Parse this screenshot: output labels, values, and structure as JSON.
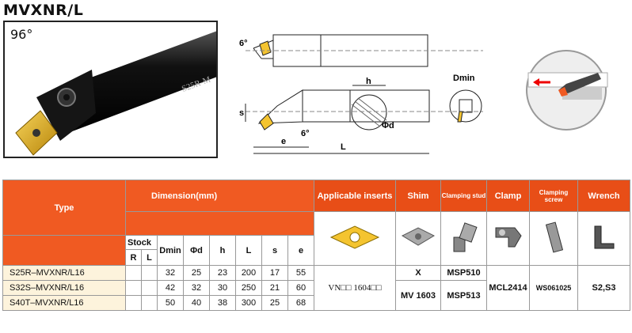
{
  "title": "MVXNR/L",
  "photo": {
    "angle": "96°",
    "body_text": "S25R-M"
  },
  "drawing": {
    "angle_top": "6°",
    "h": "h",
    "dmin": "Dmin",
    "s": "s",
    "phi_d": "Φd",
    "angle_bottom": "6°",
    "e": "e",
    "L": "L"
  },
  "table": {
    "type_label": "Type",
    "dimension_label": "Dimension(mm)",
    "stock_label": "Stock",
    "stock_cols": [
      "R",
      "L"
    ],
    "dim_cols": [
      "Dmin",
      "Φd",
      "h",
      "L",
      "s",
      "e"
    ],
    "accessories": [
      "Applicable inserts",
      "Shim",
      "Clamping stud",
      "Clamp",
      "Clamping screw",
      "Wrench"
    ],
    "rows": [
      {
        "type": "S25R–MVXNR/L16",
        "R": "",
        "L": "",
        "dims": [
          "32",
          "25",
          "23",
          "200",
          "17",
          "55"
        ]
      },
      {
        "type": "S32S–MVXNR/L16",
        "R": "",
        "L": "",
        "dims": [
          "42",
          "32",
          "30",
          "250",
          "21",
          "60"
        ]
      },
      {
        "type": "S40T–MVXNR/L16",
        "R": "",
        "L": "",
        "dims": [
          "50",
          "40",
          "38",
          "300",
          "25",
          "68"
        ]
      }
    ],
    "insert_code": "VN□□ 1604□□",
    "shim": [
      "X",
      "MV 1603"
    ],
    "stud": [
      "MSP510",
      "MSP513"
    ],
    "clamp": "MCL2414",
    "screw": "WS061025",
    "wrench": "S2,S3"
  },
  "colors": {
    "header": "#f05a22",
    "type_cell": "#fdf3dc"
  },
  "icons": [
    "insert-icon",
    "shim-icon",
    "clamping-stud-icon",
    "clamp-icon",
    "clamping-screw-icon",
    "wrench-icon"
  ]
}
